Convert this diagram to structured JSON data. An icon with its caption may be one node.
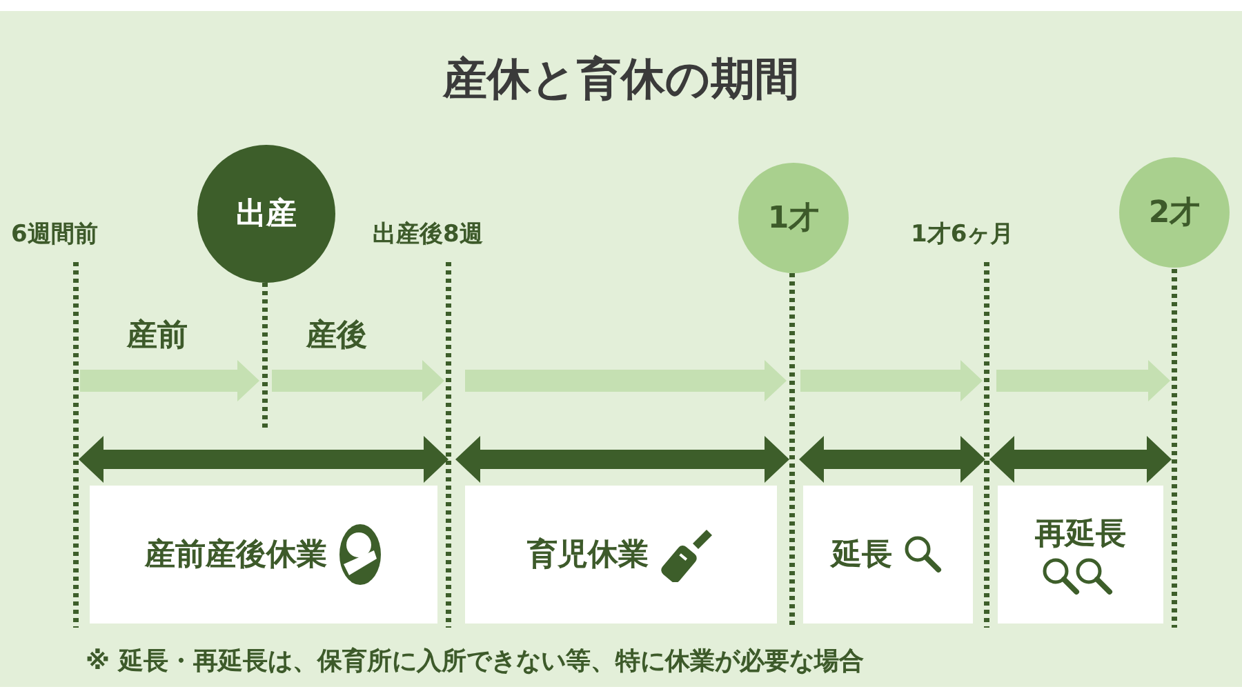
{
  "diagram": {
    "title": "産休と育休の期間",
    "nodes": [
      {
        "text": [
          "出産"
        ]
      },
      {
        "text": [
          "1才"
        ]
      },
      {
        "text": [
          "2才"
        ]
      },
      {
        "text": [
          "産前産後休業"
        ]
      },
      {
        "text": [
          "育児休業"
        ]
      },
      {
        "text": [
          "延長"
        ]
      },
      {
        "text": [
          "再延長"
        ]
      }
    ],
    "labels": [
      "6週間前",
      "出産後8週",
      "1才6ヶ月",
      "産前",
      "産後",
      "※ 延長・再延長は、保育所に入所できない等、特に休業が必要な場合"
    ]
  }
}
